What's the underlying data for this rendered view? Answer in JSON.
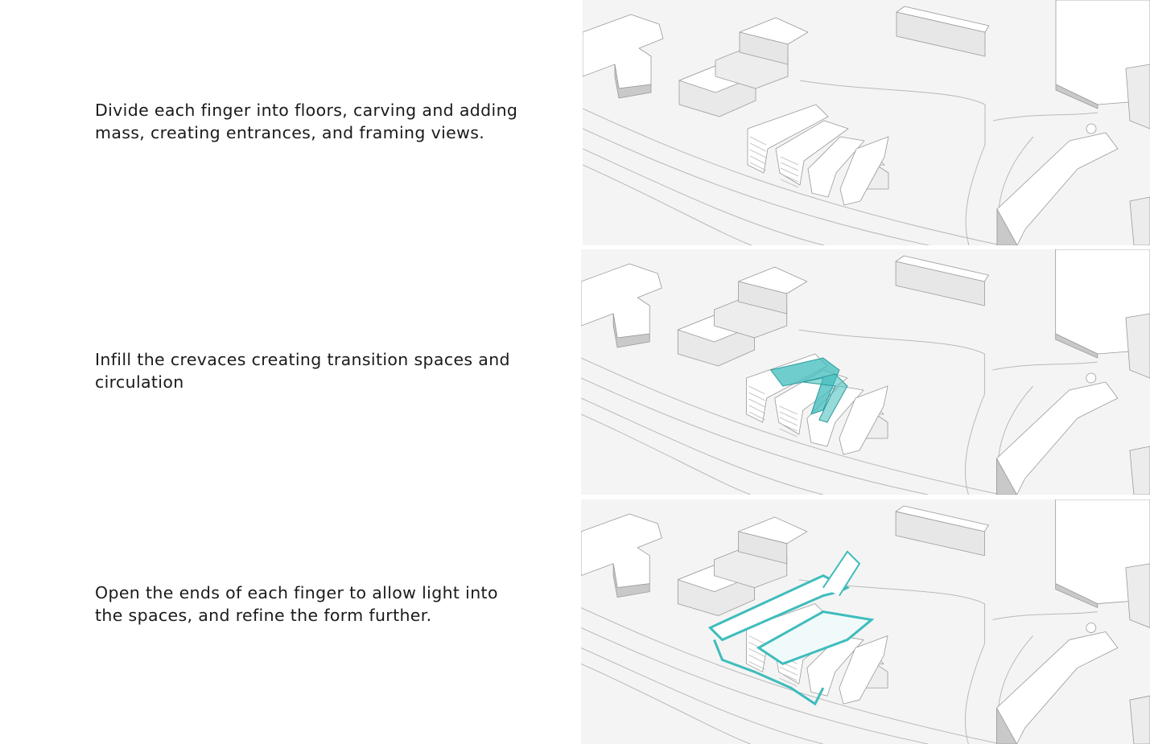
{
  "steps": [
    {
      "text": "Divide each finger into floors, carving and adding\nmass, creating entrances, and framing views.",
      "stage": "floors"
    },
    {
      "text": "Infill the crevaces creating transition spaces and\ncirculation",
      "stage": "infill"
    },
    {
      "text": "Open the ends of each finger to allow light into\nthe spaces, and refine the form further.",
      "stage": "opened"
    }
  ],
  "colors": {
    "ground": "#f4f4f4",
    "massing": "#ffffff",
    "shadow": "#c9c9c9",
    "outline": "#9a9a9a",
    "infill": "#3fbcbc"
  }
}
